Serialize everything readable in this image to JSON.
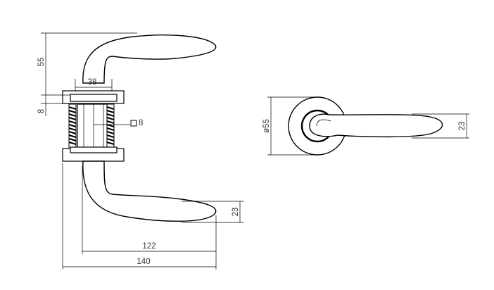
{
  "drawing": {
    "side_view": {
      "dim_height_top": "55",
      "dim_rose_width": "38",
      "dim_rose_thickness": "8",
      "dim_spindle": "8",
      "dim_lever_height": "23",
      "dim_length_inner": "122",
      "dim_length_total": "140"
    },
    "front_view": {
      "dim_rose_diameter": "ø55",
      "dim_lever_height": "23"
    }
  }
}
